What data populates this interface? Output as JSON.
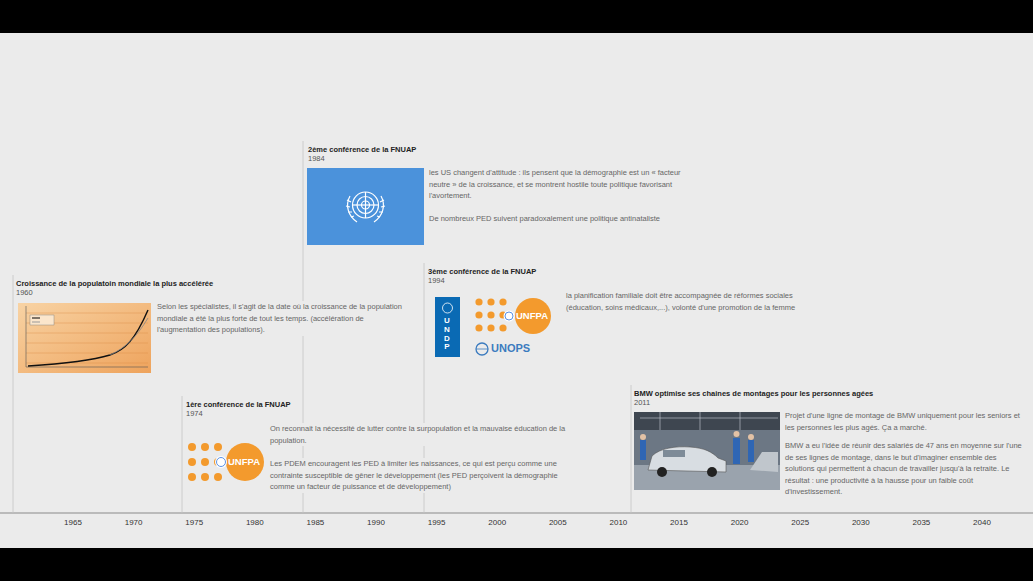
{
  "diagram": {
    "nodes": [
      {
        "text": [
          "Croissance de la populatoin mondiale la plus accélérée",
          "1960",
          "Selon les spécialistes, il s'agit de la date où la croissance de la population mondiale a été la plus forte de tout les temps. (accélération de l'augmentation des populations)."
        ]
      },
      {
        "text": [
          "1ère conférence de la FNUAP",
          "1974",
          "On reconnait la nécessité de lutter contre la surpopulation et la mauvaise éducation de la population.",
          "Les PDEM encouragent les PED à limiter les naissances, ce qui est perçu comme une contrainte susceptible de gêner le développement (les PED perçoivent la démographie comme un facteur de puissance et de développement)"
        ]
      },
      {
        "text": [
          "2ème conférence de la FNUAP",
          "1984",
          "les US changent d'attitude : ils pensent que la démographie est un « facteur neutre » de la croissance, et se montrent hostile  toute politique favorisant l'avortement.",
          "De nombreux PED suivent paradoxalement une politique antinataliste"
        ]
      },
      {
        "text": [
          "3ème conférence de la FNUAP",
          "1994",
          "la planification familiale doit être accompagnée de réformes sociales (éducation, soins médicaux,...), volonté d'une promotion de la femme"
        ]
      },
      {
        "text": [
          "BMW optimise ses chaines de montages pour les personnes agées",
          "2011",
          "Projet d'une ligne de montage de BMW uniquement pour les seniors et les personnes les plus agés. Ça a marché.",
          "BMW a eu l'idée de réunir des salariés de 47 ans en moyenne sur l'une de ses lignes de montage, dans le but d'imaginer ensemble des solutions qui permettent à chacun de travailler jusqu'à la retraite. Le résultat : une productivité à la hausse pour un faible coût d'investissement."
        ]
      }
    ],
    "labels": [
      "1965",
      "1970",
      "1975",
      "1980",
      "1985",
      "1990",
      "1995",
      "2000",
      "2005",
      "2010",
      "2015",
      "2020",
      "2025",
      "2030",
      "2035",
      "2040",
      "UNFPA",
      "UNDP",
      "UNFPA",
      "UNOPS"
    ]
  }
}
